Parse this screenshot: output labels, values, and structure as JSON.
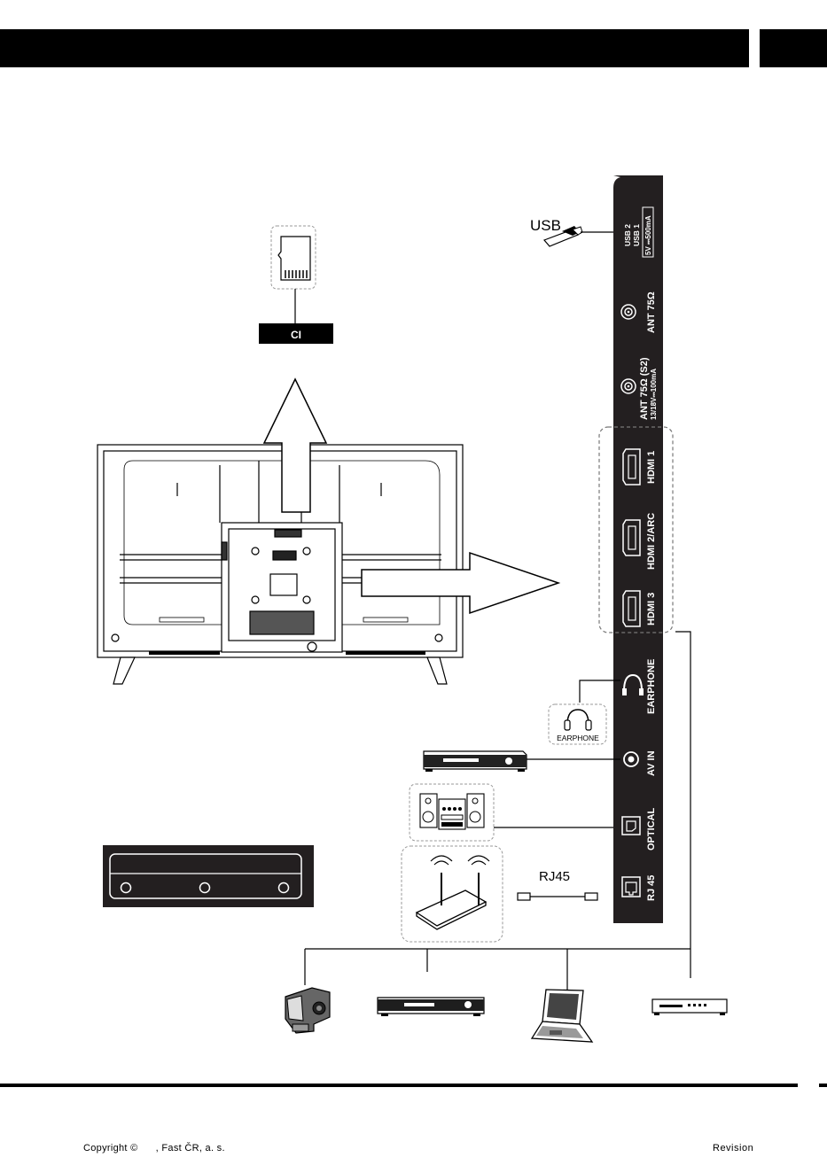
{
  "ports": {
    "usb2": "USB 2",
    "usb1": "USB 1",
    "usb_rating": "5V ⎓500mA",
    "ant": "ANT 75Ω",
    "ant_s2": "ANT 75Ω (S2)",
    "ant_s2_rating": "13/18V⎓100mA",
    "hdmi1": "HDMI 1",
    "hdmi2": "HDMI 2/ARC",
    "hdmi3": "HDMI 3",
    "earphone": "EARPHONE",
    "avin": "AV IN",
    "optical": "OPTICAL",
    "rj45": "RJ 45"
  },
  "devices": {
    "usb_label": "USB",
    "ci_label": "CI",
    "earphone_label": "EARPHONE",
    "rj45_label": "RJ45"
  },
  "footer": {
    "copyright": "Copyright ©      , Fast ČR, a. s.",
    "revision": "Revision"
  },
  "colors": {
    "panel": "#231f20",
    "ink": "#000000",
    "dashed": "#999999"
  },
  "icons": [
    "usb-stick-icon",
    "ci-card-icon",
    "headphone-icon",
    "dvd-player-icon",
    "hifi-system-icon",
    "router-icon",
    "network-cable-icon",
    "camcorder-icon",
    "set-top-box-icon",
    "laptop-icon",
    "blu-ray-player-icon",
    "tv-back-icon",
    "arrow-up-icon",
    "arrow-right-icon"
  ]
}
